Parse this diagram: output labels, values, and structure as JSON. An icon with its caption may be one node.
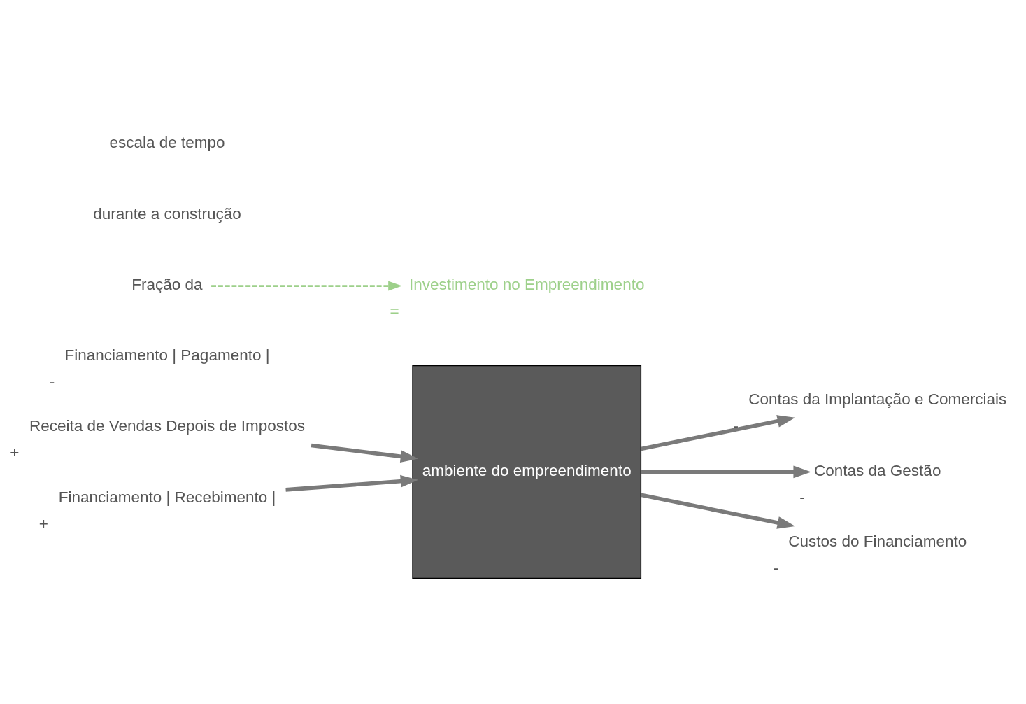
{
  "diagram": {
    "nodes": [
      {
        "text": [
          "ambiente do empreendimento"
        ]
      },
      {
        "text": [
          "Receita de Vendas Depois de Impostos"
        ],
        "beside": [
          "+"
        ]
      },
      {
        "text": [
          "Financiamento | Recebimento |"
        ],
        "beside": [
          "+"
        ]
      },
      {
        "text": [
          "Contas da Implantação e Comerciais"
        ],
        "beside": [
          "-"
        ]
      },
      {
        "text": [
          "Contas da Gestão"
        ],
        "beside": [
          "-"
        ]
      },
      {
        "text": [
          "Custos do Financiamento"
        ],
        "beside": [
          "-"
        ]
      },
      {
        "text": [
          "Financiamento | Pagamento |"
        ],
        "beside": [
          "-"
        ]
      },
      {
        "text": [
          "Fração da"
        ]
      },
      {
        "text": [
          "Investimento no Empreendimento"
        ],
        "beside": [
          "="
        ]
      }
    ],
    "edges": [
      {
        "from": 1,
        "to": 0,
        "arrow": "to"
      },
      {
        "from": 2,
        "to": 0,
        "arrow": "to"
      },
      {
        "from": 0,
        "to": 3,
        "arrow": "to"
      },
      {
        "from": 0,
        "to": 4,
        "arrow": "to"
      },
      {
        "from": 0,
        "to": 5,
        "arrow": "to"
      },
      {
        "from": 7,
        "to": 8,
        "arrow": "to",
        "style": "dashed",
        "color": "#9dd08a"
      }
    ],
    "labels": [
      "durante a construção",
      "escala de tempo"
    ]
  }
}
